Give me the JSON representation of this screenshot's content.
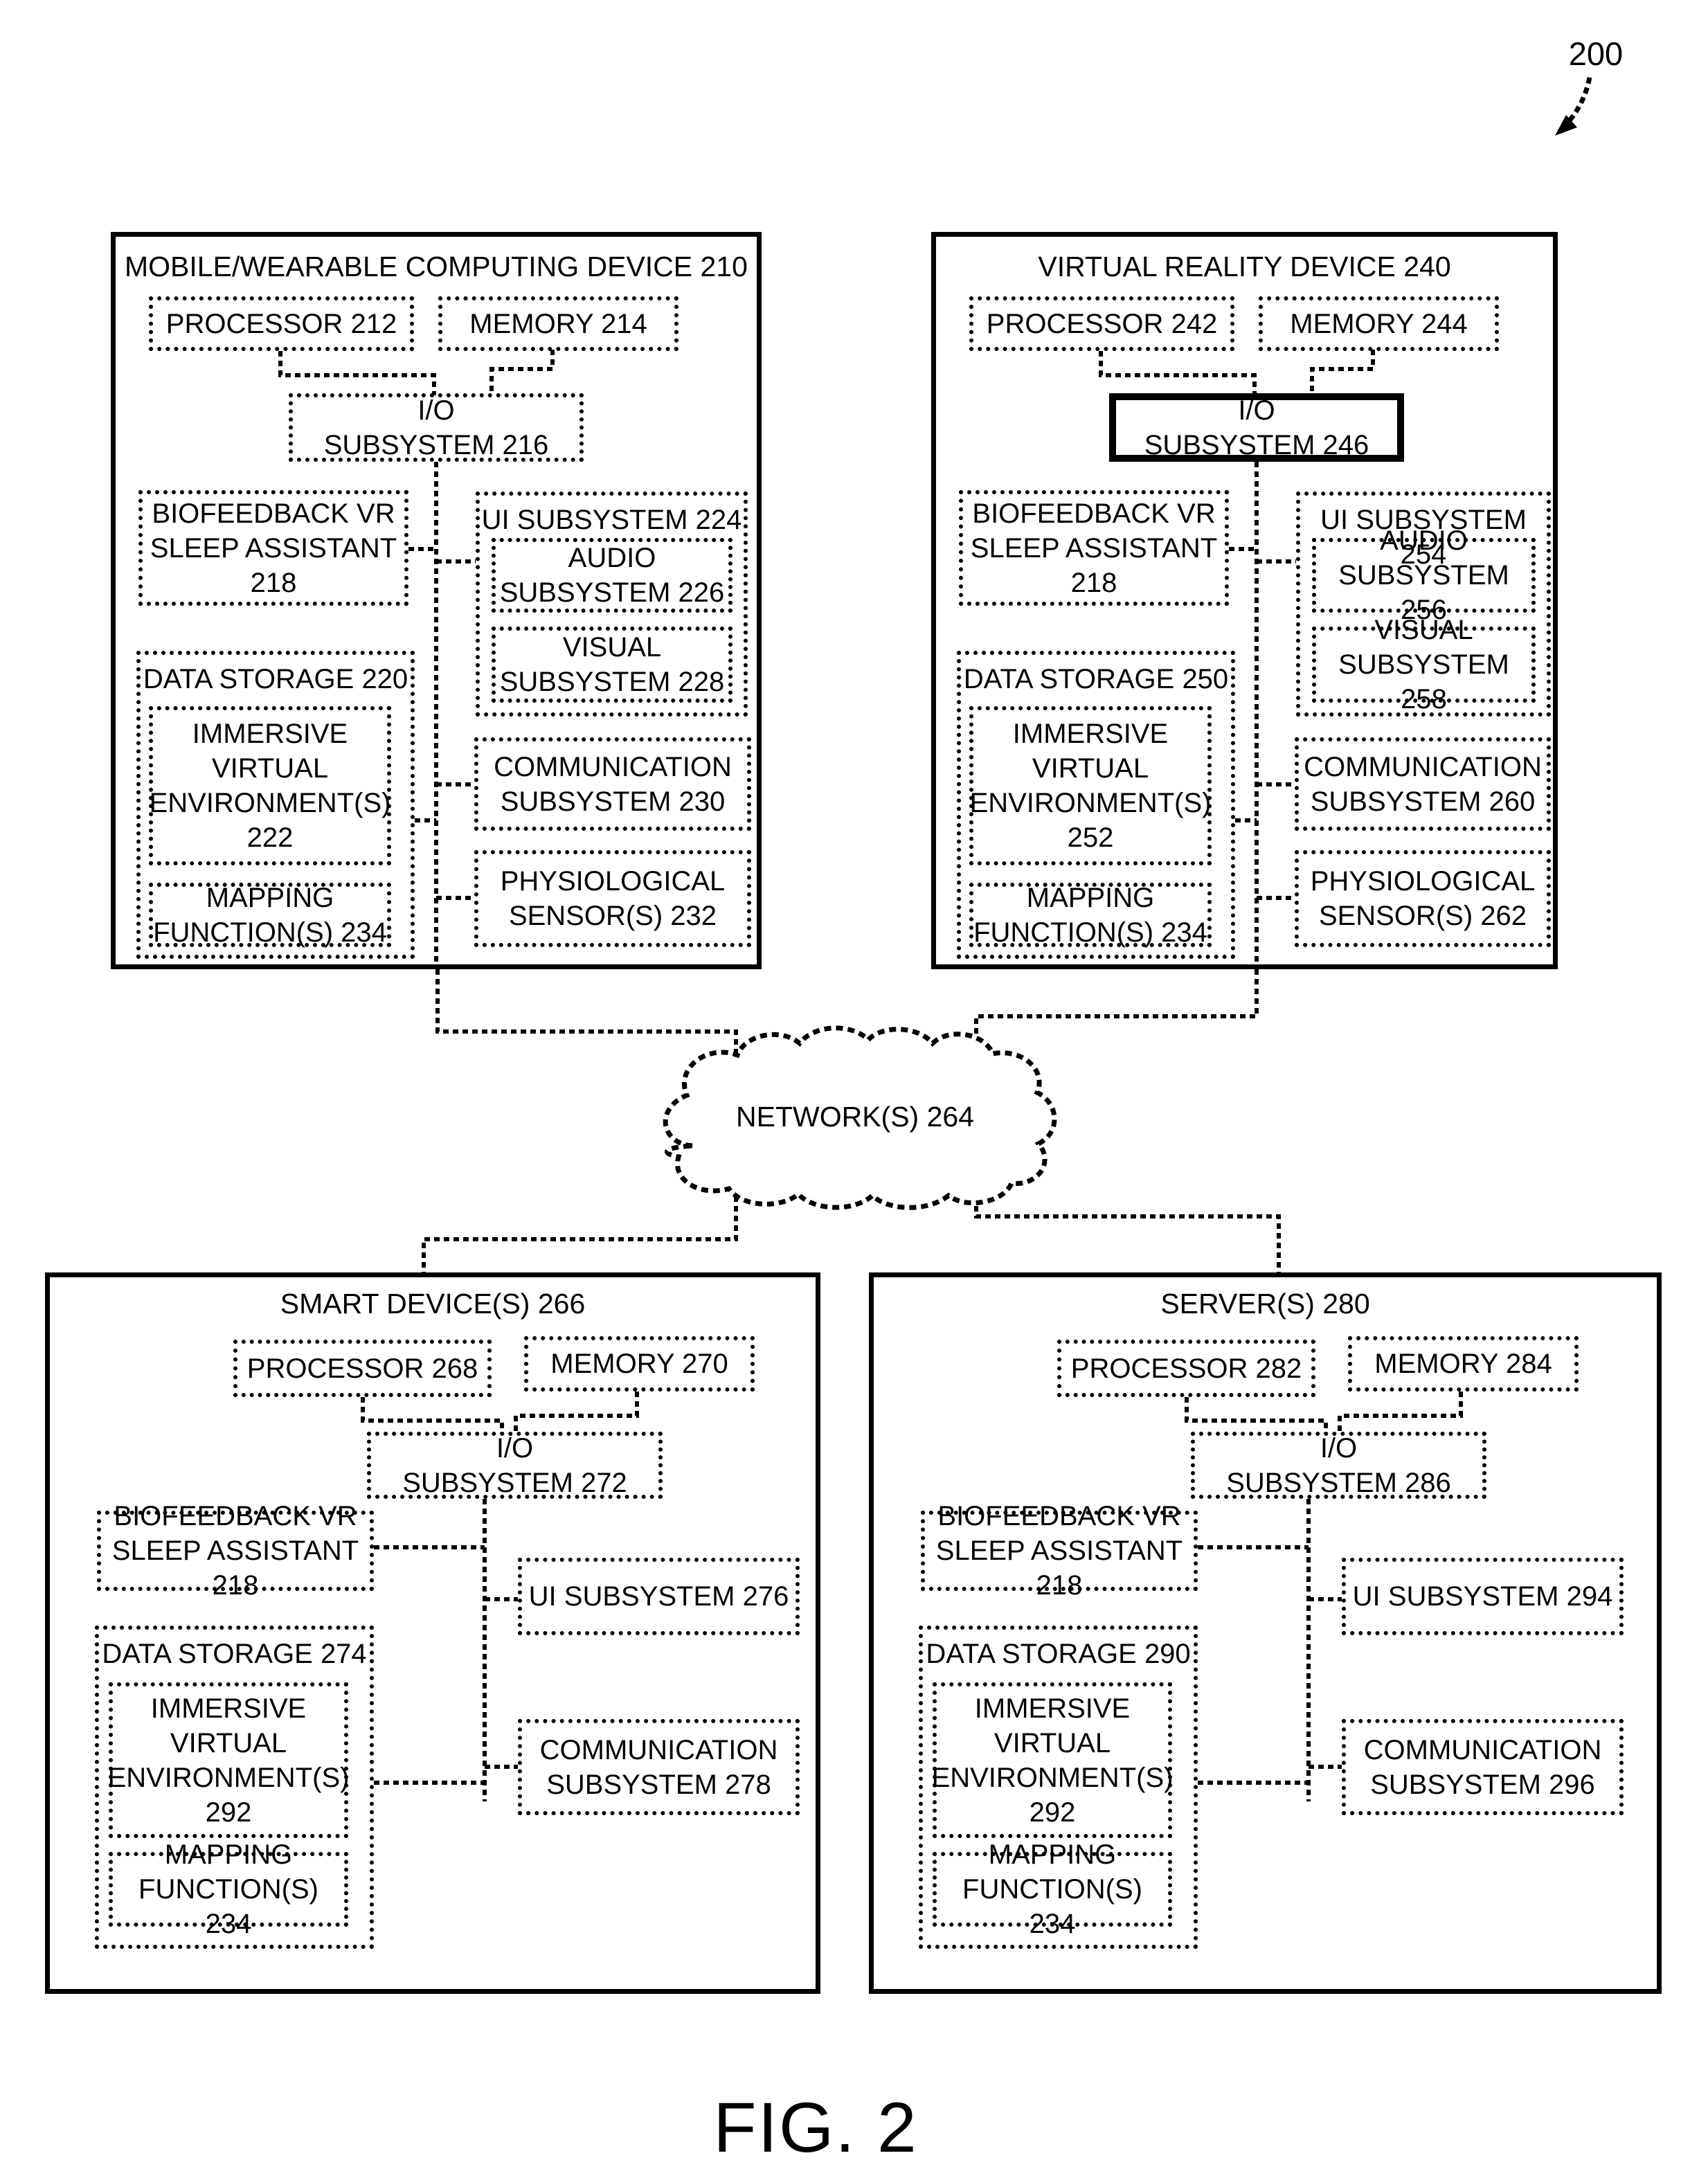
{
  "figure": {
    "ref": "200",
    "caption": "FIG. 2"
  },
  "network": {
    "label": "NETWORK(S) 264"
  },
  "mobile": {
    "title": "MOBILE/WEARABLE COMPUTING DEVICE 210",
    "processor": "PROCESSOR 212",
    "memory": "MEMORY 214",
    "io": "I/O\nSUBSYSTEM 216",
    "biofeedback": "BIOFEEDBACK VR\nSLEEP ASSISTANT\n218",
    "ui": "UI SUBSYSTEM 224",
    "audio": "AUDIO\nSUBSYSTEM 226",
    "visual": "VISUAL\nSUBSYSTEM 228",
    "data_storage": "DATA STORAGE 220",
    "immersive": "IMMERSIVE\nVIRTUAL\nENVIRONMENT(S)\n222",
    "mapping": "MAPPING\nFUNCTION(S) 234",
    "communication": "COMMUNICATION\nSUBSYSTEM 230",
    "physiological": "PHYSIOLOGICAL\nSENSOR(S) 232"
  },
  "vr": {
    "title": "VIRTUAL REALITY DEVICE 240",
    "processor": "PROCESSOR 242",
    "memory": "MEMORY 244",
    "io": "I/O\nSUBSYSTEM 246",
    "biofeedback": "BIOFEEDBACK VR\nSLEEP ASSISTANT\n218",
    "ui": "UI SUBSYSTEM 254",
    "audio": "AUDIO\nSUBSYSTEM 256",
    "visual": "VISUAL\nSUBSYSTEM 258",
    "data_storage": "DATA STORAGE 250",
    "immersive": "IMMERSIVE\nVIRTUAL\nENVIRONMENT(S)\n252",
    "mapping": "MAPPING\nFUNCTION(S) 234",
    "communication": "COMMUNICATION\nSUBSYSTEM 260",
    "physiological": "PHYSIOLOGICAL\nSENSOR(S) 262"
  },
  "smart": {
    "title": "SMART DEVICE(S) 266",
    "processor": "PROCESSOR 268",
    "memory": "MEMORY 270",
    "io": "I/O\nSUBSYSTEM 272",
    "biofeedback": "BIOFEEDBACK VR\nSLEEP ASSISTANT 218",
    "ui": "UI SUBSYSTEM 276",
    "data_storage": "DATA STORAGE 274",
    "immersive": "IMMERSIVE\nVIRTUAL\nENVIRONMENT(S)\n292",
    "mapping": "MAPPING\nFUNCTION(S) 234",
    "communication": "COMMUNICATION\nSUBSYSTEM 278"
  },
  "server": {
    "title": "SERVER(S) 280",
    "processor": "PROCESSOR 282",
    "memory": "MEMORY 284",
    "io": "I/O\nSUBSYSTEM 286",
    "biofeedback": "BIOFEEDBACK VR\nSLEEP ASSISTANT 218",
    "ui": "UI SUBSYSTEM 294",
    "data_storage": "DATA STORAGE 290",
    "immersive": "IMMERSIVE\nVIRTUAL\nENVIRONMENT(S)\n292",
    "mapping": "MAPPING\nFUNCTION(S) 234",
    "communication": "COMMUNICATION\nSUBSYSTEM 296"
  },
  "ink": "#000000"
}
